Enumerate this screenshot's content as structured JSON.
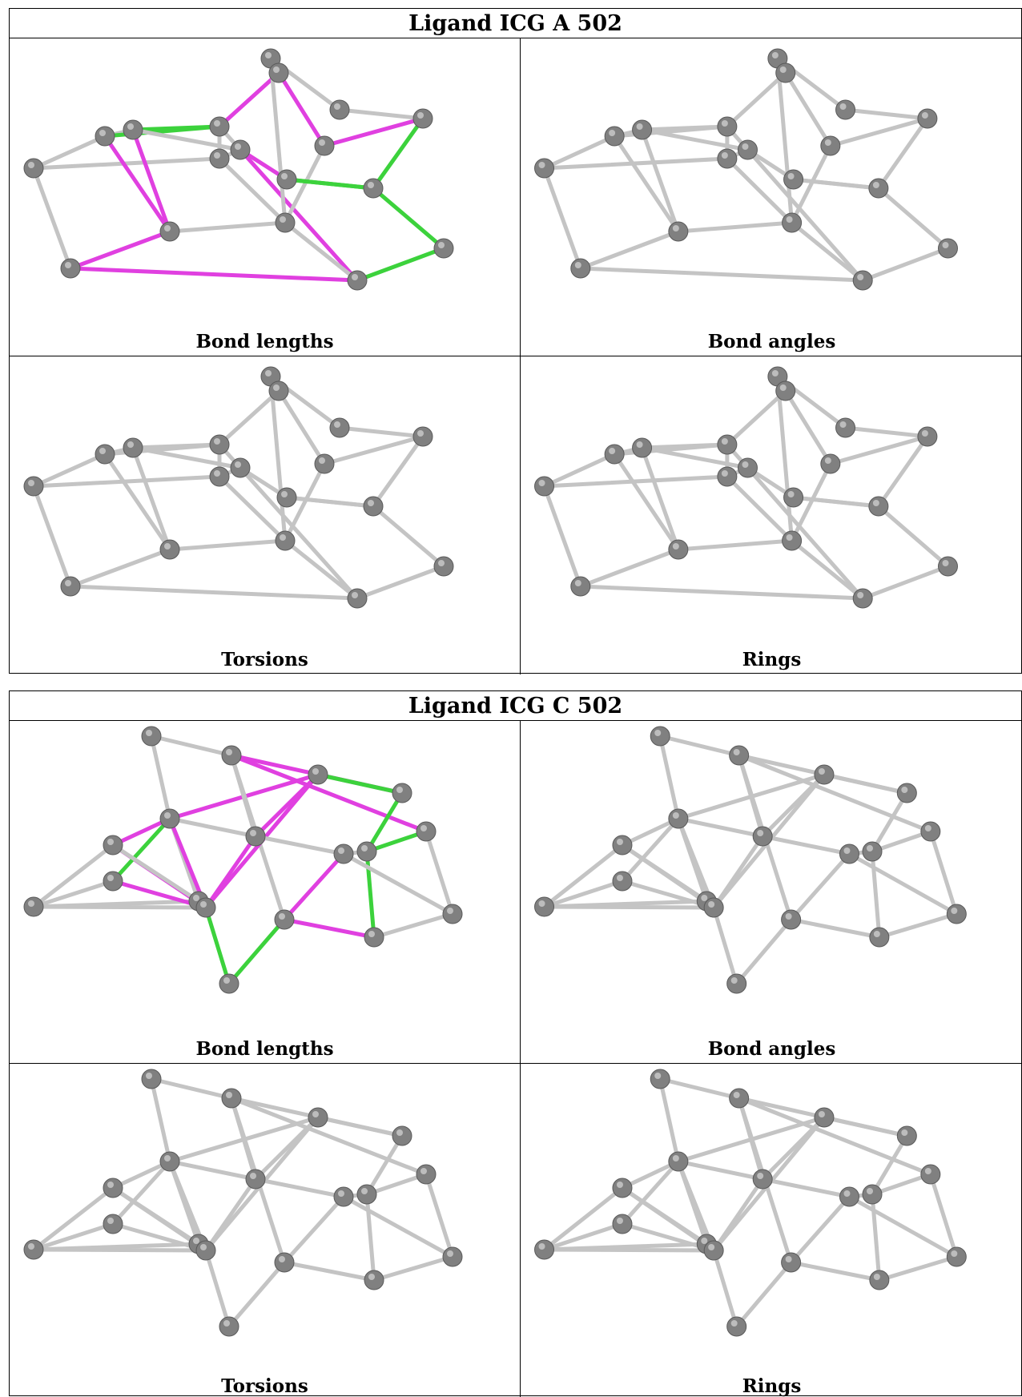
{
  "ligands": [
    {
      "title": "Ligand ICG A 502",
      "panels": [
        {
          "caption": "Bond lengths",
          "mol": "A",
          "highlight": true
        },
        {
          "caption": "Bond angles",
          "mol": "A",
          "highlight": false
        },
        {
          "caption": "Torsions",
          "mol": "A",
          "highlight": false
        },
        {
          "caption": "Rings",
          "mol": "A",
          "highlight": false
        }
      ]
    },
    {
      "title": "Ligand ICG C 502",
      "panels": [
        {
          "caption": "Bond lengths",
          "mol": "C",
          "highlight": true
        },
        {
          "caption": "Bond angles",
          "mol": "C",
          "highlight": false
        },
        {
          "caption": "Torsions",
          "mol": "C",
          "highlight": false
        },
        {
          "caption": "Rings",
          "mol": "C",
          "highlight": false
        }
      ]
    }
  ],
  "colors": {
    "bond_default": "#c4c4c4",
    "bond_outlier_high": "#e040e0",
    "bond_outlier_low": "#3cd23c",
    "atom": "#808080"
  }
}
